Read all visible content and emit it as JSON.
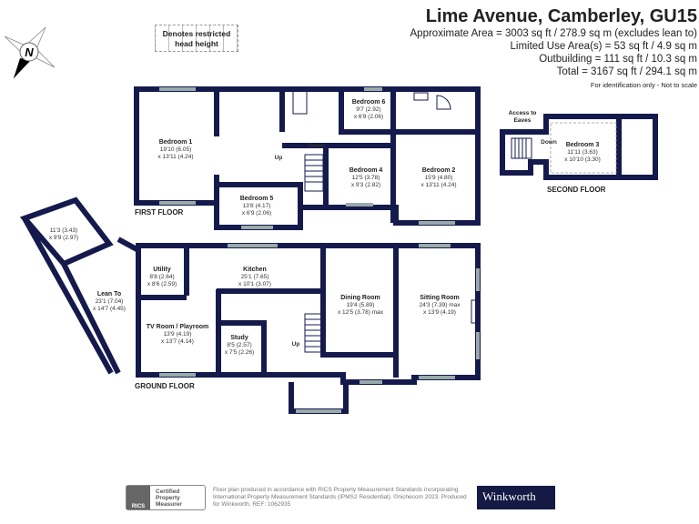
{
  "header": {
    "title": "Lime Avenue, Camberley, GU15",
    "approx_area": "Approximate Area = 3003 sq ft / 278.9 sq m (excludes lean to)",
    "limited_use": "Limited Use Area(s) = 53 sq ft / 4.9 sq m",
    "outbuilding": "Outbuilding = 111 sq ft / 10.3 sq m",
    "total": "Total = 3167 sq ft / 294.1 sq m",
    "disclaimer": "For identification only - Not to scale"
  },
  "legend": {
    "restricted": "Denotes restricted head height"
  },
  "compass": {
    "label": "N"
  },
  "floors": {
    "first": "FIRST FLOOR",
    "ground": "GROUND FLOOR",
    "second": "SECOND FLOOR"
  },
  "rooms": {
    "bedroom1": {
      "name": "Bedroom 1",
      "d1": "19'10 (6.05)",
      "d2": "x 13'11 (4.24)"
    },
    "bedroom5": {
      "name": "Bedroom 5",
      "d1": "13'8 (4.17)",
      "d2": "x 6'9 (2.06)"
    },
    "bedroom6": {
      "name": "Bedroom 6",
      "d1": "9'7 (2.92)",
      "d2": "x 6'9 (2.06)"
    },
    "bedroom4": {
      "name": "Bedroom 4",
      "d1": "12'5 (3.78)",
      "d2": "x 9'3 (2.82)"
    },
    "bedroom2": {
      "name": "Bedroom 2",
      "d1": "15'9 (4.80)",
      "d2": "x 13'11 (4.24)"
    },
    "bedroom3": {
      "name": "Bedroom 3",
      "d1": "11'11 (3.63)",
      "d2": "x 10'10 (3.30)"
    },
    "outbuilding": {
      "d1": "11'3 (3.43)",
      "d2": "x 9'9 (2.97)"
    },
    "leanto": {
      "name": "Lean To",
      "d1": "23'1 (7.04)",
      "d2": "x 14'7 (4.45)"
    },
    "utility": {
      "name": "Utility",
      "d1": "8'8 (2.64)",
      "d2": "x 8'6 (2.59)"
    },
    "kitchen": {
      "name": "Kitchen",
      "d1": "25'1 (7.65)",
      "d2": "x 10'1 (3.07)"
    },
    "tvroom": {
      "name": "TV Room / Playroom",
      "d1": "13'9 (4.19)",
      "d2": "x 13'7 (4.14)"
    },
    "study": {
      "name": "Study",
      "d1": "8'5 (2.57)",
      "d2": "x 7'5 (2.26)"
    },
    "dining": {
      "name": "Dining Room",
      "d1": "19'4 (5.89)",
      "d2": "x 12'5 (3.78) max"
    },
    "sitting": {
      "name": "Sitting Room",
      "d1": "24'3 (7.39) max",
      "d2": "x 13'9 (4.19)"
    }
  },
  "labels": {
    "up": "Up",
    "down": "Down",
    "up2": "Up",
    "down2": "Down",
    "eaves": "Access to Eaves"
  },
  "footer": {
    "rics": "RICS",
    "certified": "Certified Property Measurer",
    "note": "Floor plan produced in accordance with RICS Property Measurement Standards incorporating International Property Measurement Standards (IPMS2 Residential). ©nichecom 2023. Produced for Winkworth.   REF: 1062935",
    "brand": "Winkworth"
  }
}
